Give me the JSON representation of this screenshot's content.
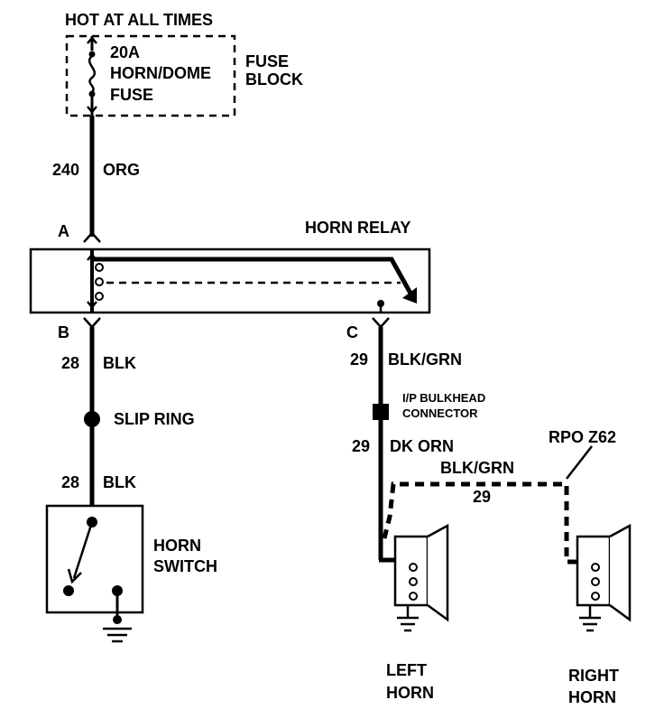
{
  "power_source": {
    "label": "HOT AT ALL TIMES"
  },
  "fuse": {
    "rating": "20A",
    "name": "HORN/DOME",
    "type": "FUSE"
  },
  "fuse_block": {
    "line1": "FUSE",
    "line2": "BLOCK"
  },
  "wire_240": {
    "number": "240",
    "color": "ORG"
  },
  "horn_relay": {
    "label": "HORN RELAY"
  },
  "terminals": {
    "a": "A",
    "b": "B",
    "c": "C"
  },
  "wire_28_upper": {
    "number": "28",
    "color": "BLK"
  },
  "slip_ring": {
    "label": "SLIP RING"
  },
  "wire_28_lower": {
    "number": "28",
    "color": "BLK"
  },
  "horn_switch": {
    "line1": "HORN",
    "line2": "SWITCH"
  },
  "wire_29_relay": {
    "number": "29",
    "color": "BLK/GRN"
  },
  "bulkhead": {
    "line1": "I/P BULKHEAD",
    "line2": "CONNECTOR"
  },
  "wire_29_dk_orn": {
    "number": "29",
    "color": "DK ORN"
  },
  "wire_29_option": {
    "color": "BLK/GRN",
    "number": "29"
  },
  "rpo": {
    "label": "RPO Z62"
  },
  "left_horn": {
    "line1": "LEFT",
    "line2": "HORN"
  },
  "right_horn": {
    "line1": "RIGHT",
    "line2": "HORN"
  }
}
